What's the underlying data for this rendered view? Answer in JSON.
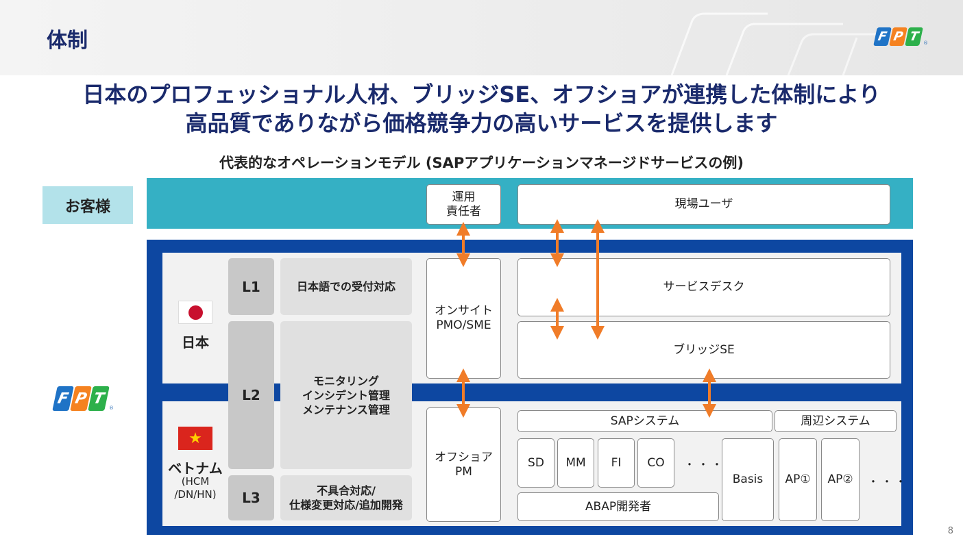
{
  "page": {
    "title": "体制",
    "number": "8"
  },
  "logo": {
    "letters": [
      "F",
      "P",
      "T"
    ],
    "registered": "®",
    "colors": [
      "#1f73c6",
      "#f58220",
      "#2db04b"
    ]
  },
  "headline": {
    "line1": "日本のプロフェッショナル人材、ブリッジSE、オフショアが連携した体制により",
    "line2": "高品質でありながら価格競争力の高いサービスを提供します"
  },
  "subtitle": "代表的なオペレーションモデル (SAPアプリケーションマネージドサービスの例)",
  "customer": {
    "label": "お客様",
    "responsible_line1": "運用",
    "responsible_line2": "責任者",
    "field_users": "現場ユーザ"
  },
  "japan": {
    "country": "日本",
    "flag_icon": "japan-flag-icon"
  },
  "vietnam": {
    "country": "ベトナム",
    "cities_line1": "(HCM",
    "cities_line2": "/DN/HN)",
    "flag_icon": "vietnam-flag-icon",
    "flag_star": "★"
  },
  "levels": {
    "l1": {
      "label": "L1",
      "task": "日本語での受付対応"
    },
    "l2": {
      "label": "L2",
      "task_line1": "モニタリング",
      "task_line2": "インシデント管理",
      "task_line3": "メンテナンス管理"
    },
    "l3": {
      "label": "L3",
      "task_line1": "不具合対応/",
      "task_line2": "仕様変更対応/追加開発"
    }
  },
  "onsite": {
    "line1": "オンサイト",
    "line2": "PMO/SME"
  },
  "offshore": {
    "line1": "オフショア",
    "line2": "PM"
  },
  "service_desk": "サービスデスク",
  "bridge_se": "ブリッジSE",
  "systems": {
    "sap": "SAPシステム",
    "peripheral": "周辺システム",
    "modules": [
      "SD",
      "MM",
      "FI",
      "CO"
    ],
    "dots": "・・・",
    "basis": "Basis",
    "ap1": "AP①",
    "ap2": "AP②",
    "dots2": "・・・",
    "abap": "ABAP開発者"
  },
  "colors": {
    "navy_title": "#1a2a6c",
    "customer_band": "#35b0c4",
    "customer_label_bg": "#b3e2ea",
    "fpt_frame": "#0d47a1",
    "arrow": "#f07c28"
  }
}
